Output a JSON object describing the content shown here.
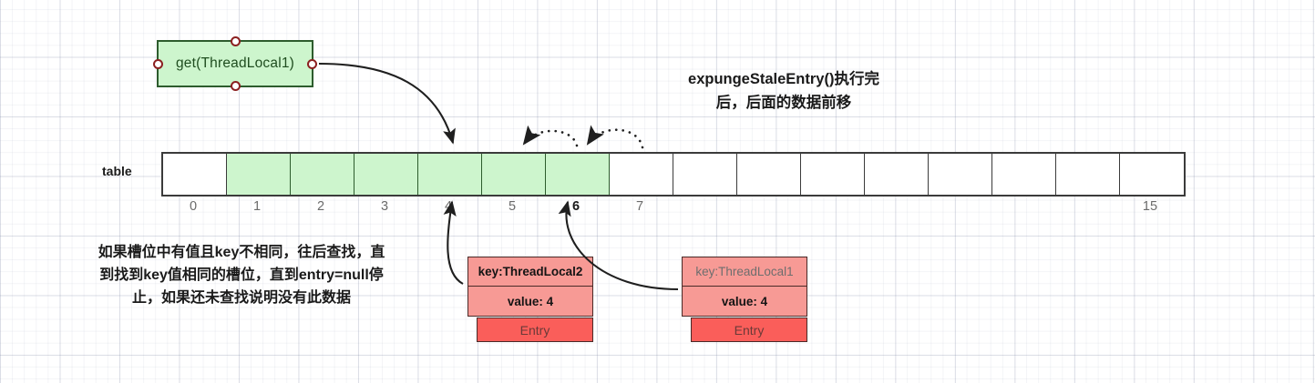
{
  "diagram": {
    "title_node": {
      "label": "get(ThreadLocal1)"
    },
    "annotations": {
      "top_right_line1": "expungeStaleEntry()执行完",
      "top_right_line2": "后，后面的数据前移",
      "bottom_left_line1": "如果槽位中有值且key不相同，往后查找，直",
      "bottom_left_line2": "到找到key值相同的槽位，直到entry=null停",
      "bottom_left_line3": "止，如果还未查找说明没有此数据"
    },
    "table": {
      "label": "table",
      "cell_count": 16,
      "filled_indices": [
        1,
        2,
        3,
        4,
        5,
        6
      ],
      "visible_index_labels": [
        {
          "slot": 0,
          "text": "0",
          "bold": false
        },
        {
          "slot": 1,
          "text": "1",
          "bold": false
        },
        {
          "slot": 2,
          "text": "2",
          "bold": false
        },
        {
          "slot": 3,
          "text": "3",
          "bold": false
        },
        {
          "slot": 4,
          "text": "4",
          "bold": false
        },
        {
          "slot": 5,
          "text": "5",
          "bold": false
        },
        {
          "slot": 6,
          "text": "6",
          "bold": true
        },
        {
          "slot": 7,
          "text": "7",
          "bold": false
        },
        {
          "slot": 15,
          "text": "15",
          "bold": false
        }
      ]
    },
    "entries": [
      {
        "id": "entry-threadlocal2",
        "key": "key:ThreadLocal2",
        "value": "value: 4",
        "footer": "Entry",
        "key_emphasis": "dark",
        "points_to_slot": 4
      },
      {
        "id": "entry-threadlocal1",
        "key": "key:ThreadLocal1",
        "value": "value: 4",
        "footer": "Entry",
        "key_emphasis": "light",
        "points_to_slot": 6
      }
    ],
    "colors": {
      "cell_fill": "#CDF5CD",
      "cell_stroke": "#2D5C2D",
      "table_stroke": "#3b3b3b",
      "entry_fill": "#F79A95",
      "entry_footer_fill": "#FA5E5A",
      "entry_stroke": "#4a2a28",
      "handle_stroke": "#8B2020",
      "index_text": "#6b6b6b"
    }
  }
}
